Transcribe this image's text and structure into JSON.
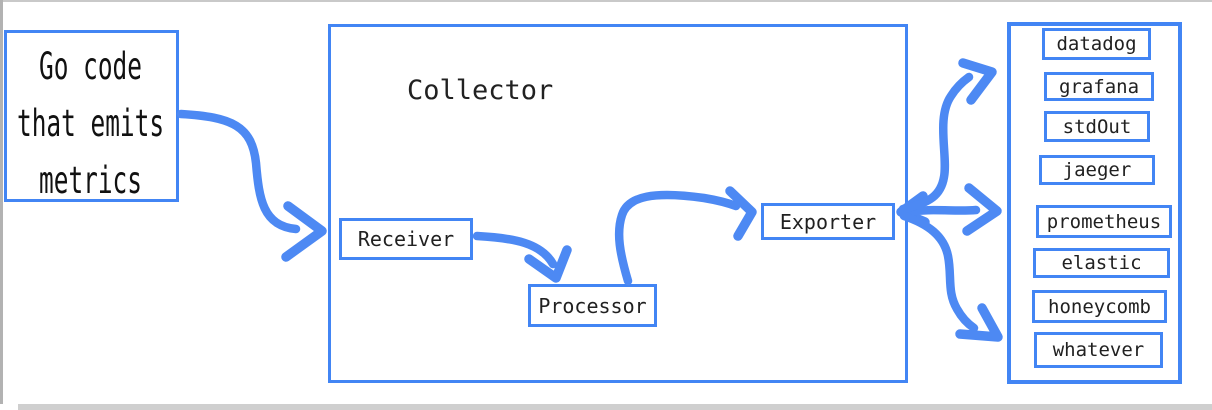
{
  "diagram": {
    "source": {
      "lines": [
        "Go code",
        "that emits",
        "metrics"
      ]
    },
    "collector": {
      "title": "Collector",
      "stages": [
        {
          "label": "Receiver"
        },
        {
          "label": "Processor"
        },
        {
          "label": "Exporter"
        }
      ]
    },
    "destinations": {
      "groups": [
        {
          "items": [
            "datadog",
            "grafana",
            "stdOut",
            "jaeger"
          ]
        },
        {
          "items": [
            "prometheus",
            "elastic",
            "honeycomb",
            "whatever"
          ]
        }
      ]
    },
    "arrows": [
      "source-to-collector",
      "receiver-to-processor",
      "processor-to-exporter",
      "exporter-to-destinations-up",
      "exporter-to-destinations-right",
      "exporter-to-destinations-down"
    ],
    "colors": {
      "box_border": "#4285f4",
      "arrow": "#4d89f3",
      "text": "#212121"
    }
  }
}
